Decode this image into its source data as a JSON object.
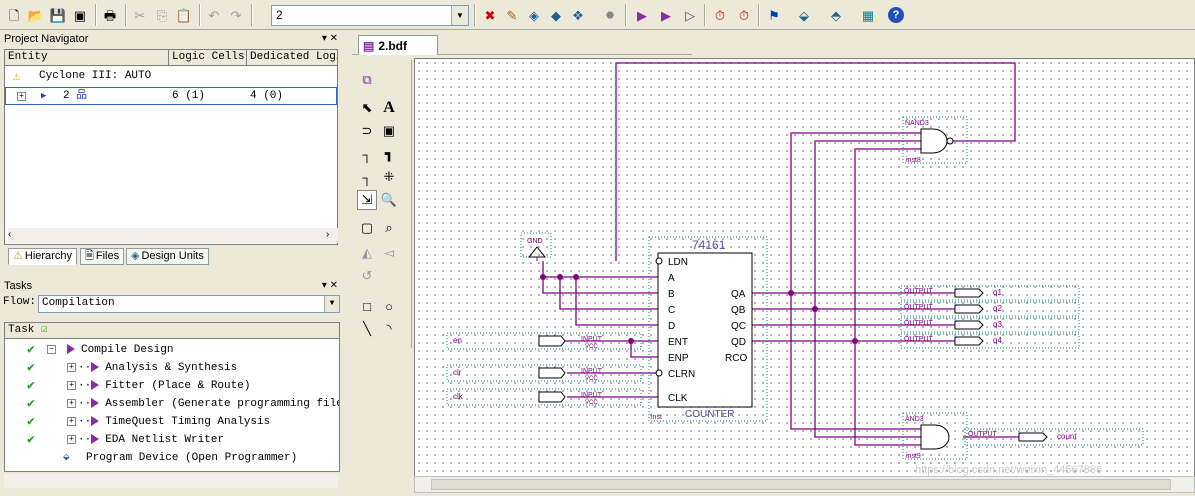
{
  "toolbar": {
    "icons": [
      "new-file-icon",
      "open-folder-icon",
      "save-icon",
      "save-all-icon",
      "print-icon",
      "cut-icon",
      "copy-icon",
      "paste-icon",
      "undo-icon",
      "redo-icon",
      "compile-stop-icon",
      "pencil-icon",
      "assignment-icon",
      "pin-planner-icon",
      "stop-icon",
      "start-compile-icon",
      "analysis-icon",
      "fitter-icon",
      "timing-icon",
      "timing-analyzer-icon",
      "rtl-viewer-icon",
      "programmer-icon",
      "chip-planner-icon",
      "netlist-icon",
      "help-icon"
    ],
    "project_combo_value": "2"
  },
  "project_navigator": {
    "title": "Project Navigator",
    "columns": [
      "Entity",
      "Logic Cells",
      "Dedicated Logic"
    ],
    "rows": [
      {
        "entity": "Cyclone III: AUTO",
        "logic_cells": "",
        "dedicated": ""
      },
      {
        "entity": "2",
        "logic_cells": "6 (1)",
        "dedicated": "4 (0)"
      }
    ],
    "tabs": [
      "Hierarchy",
      "Files",
      "Design Units"
    ]
  },
  "tasks": {
    "title": "Tasks",
    "flow_label": "Flow:",
    "flow_value": "Compilation",
    "header": "Task",
    "items": [
      {
        "label": "Compile Design",
        "done": true,
        "level": 0
      },
      {
        "label": "Analysis & Synthesis",
        "done": true,
        "level": 1
      },
      {
        "label": "Fitter (Place & Route)",
        "done": true,
        "level": 1
      },
      {
        "label": "Assembler (Generate programming files)",
        "done": true,
        "level": 1
      },
      {
        "label": "TimeQuest Timing Analysis",
        "done": true,
        "level": 1
      },
      {
        "label": "EDA Netlist Writer",
        "done": true,
        "level": 1
      },
      {
        "label": "Program Device (Open Programmer)",
        "done": false,
        "level": 0
      }
    ]
  },
  "document": {
    "tab_label": "2.bdf"
  },
  "schematic": {
    "counter": {
      "part": "74161",
      "name": "COUNTER",
      "inst": "inst",
      "left_pins": [
        "LDN",
        "A",
        "B",
        "C",
        "D",
        "ENT",
        "ENP",
        "CLRN",
        "CLK"
      ],
      "right_pins": [
        "QA",
        "QB",
        "QC",
        "QD",
        "RCO"
      ]
    },
    "gnd": "GND",
    "inputs": [
      {
        "name": "en",
        "type": "INPUT",
        "vcc": "VCC"
      },
      {
        "name": "clr",
        "type": "INPUT",
        "vcc": "VCC"
      },
      {
        "name": "clk",
        "type": "INPUT",
        "vcc": "VCC"
      }
    ],
    "outputs": [
      {
        "name": "q1",
        "type": "OUTPUT"
      },
      {
        "name": "q2",
        "type": "OUTPUT"
      },
      {
        "name": "q3",
        "type": "OUTPUT"
      },
      {
        "name": "q4",
        "type": "OUTPUT"
      },
      {
        "name": "count",
        "type": "OUTPUT"
      }
    ],
    "nand": {
      "type": "NAND3",
      "inst": "inst8"
    },
    "and": {
      "type": "AND3",
      "inst": "inst9"
    },
    "wire_color": "#800080",
    "watermark": "https://blog.csdn.net/weixin_44567886"
  }
}
